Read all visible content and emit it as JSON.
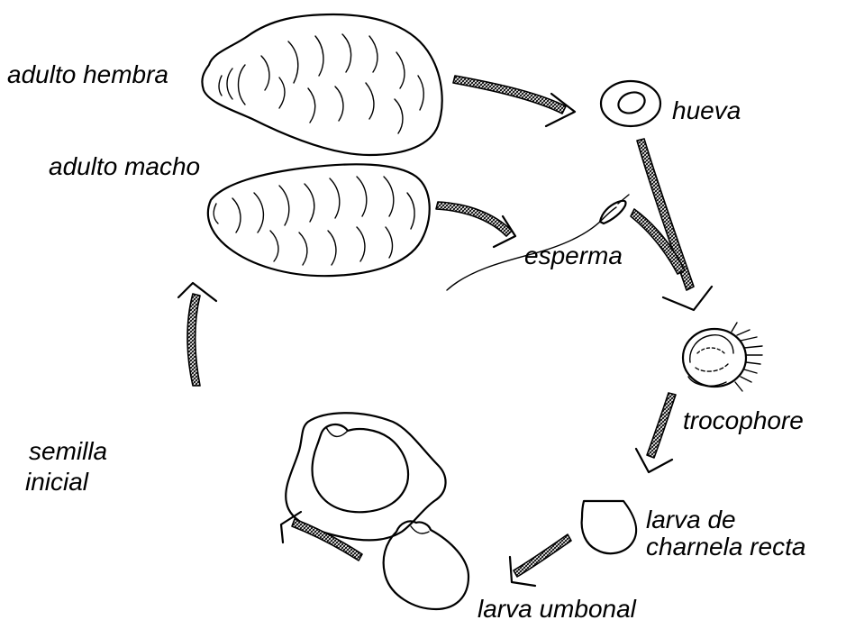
{
  "diagram": {
    "stages": {
      "adult_female": "adulto hembra",
      "adult_male": "adulto macho",
      "egg": "hueva",
      "sperm": "esperma",
      "trochophore": "trocophore",
      "straight_hinge_line1": "larva de",
      "straight_hinge_line2": "charnela recta",
      "umbonal": "larva umbonal",
      "spat_line1": "semilla",
      "spat_line2": "inicial"
    },
    "edges": [
      {
        "from": "adulto hembra",
        "to": "hueva"
      },
      {
        "from": "adulto macho",
        "to": "esperma"
      },
      {
        "from": "hueva",
        "to": "trocophore"
      },
      {
        "from": "esperma",
        "to": "trocophore"
      },
      {
        "from": "trocophore",
        "to": "larva de charnela recta"
      },
      {
        "from": "larva de charnela recta",
        "to": "larva umbonal"
      },
      {
        "from": "larva umbonal",
        "to": "semilla inicial"
      },
      {
        "from": "semilla inicial",
        "to": "adulto macho"
      }
    ]
  }
}
